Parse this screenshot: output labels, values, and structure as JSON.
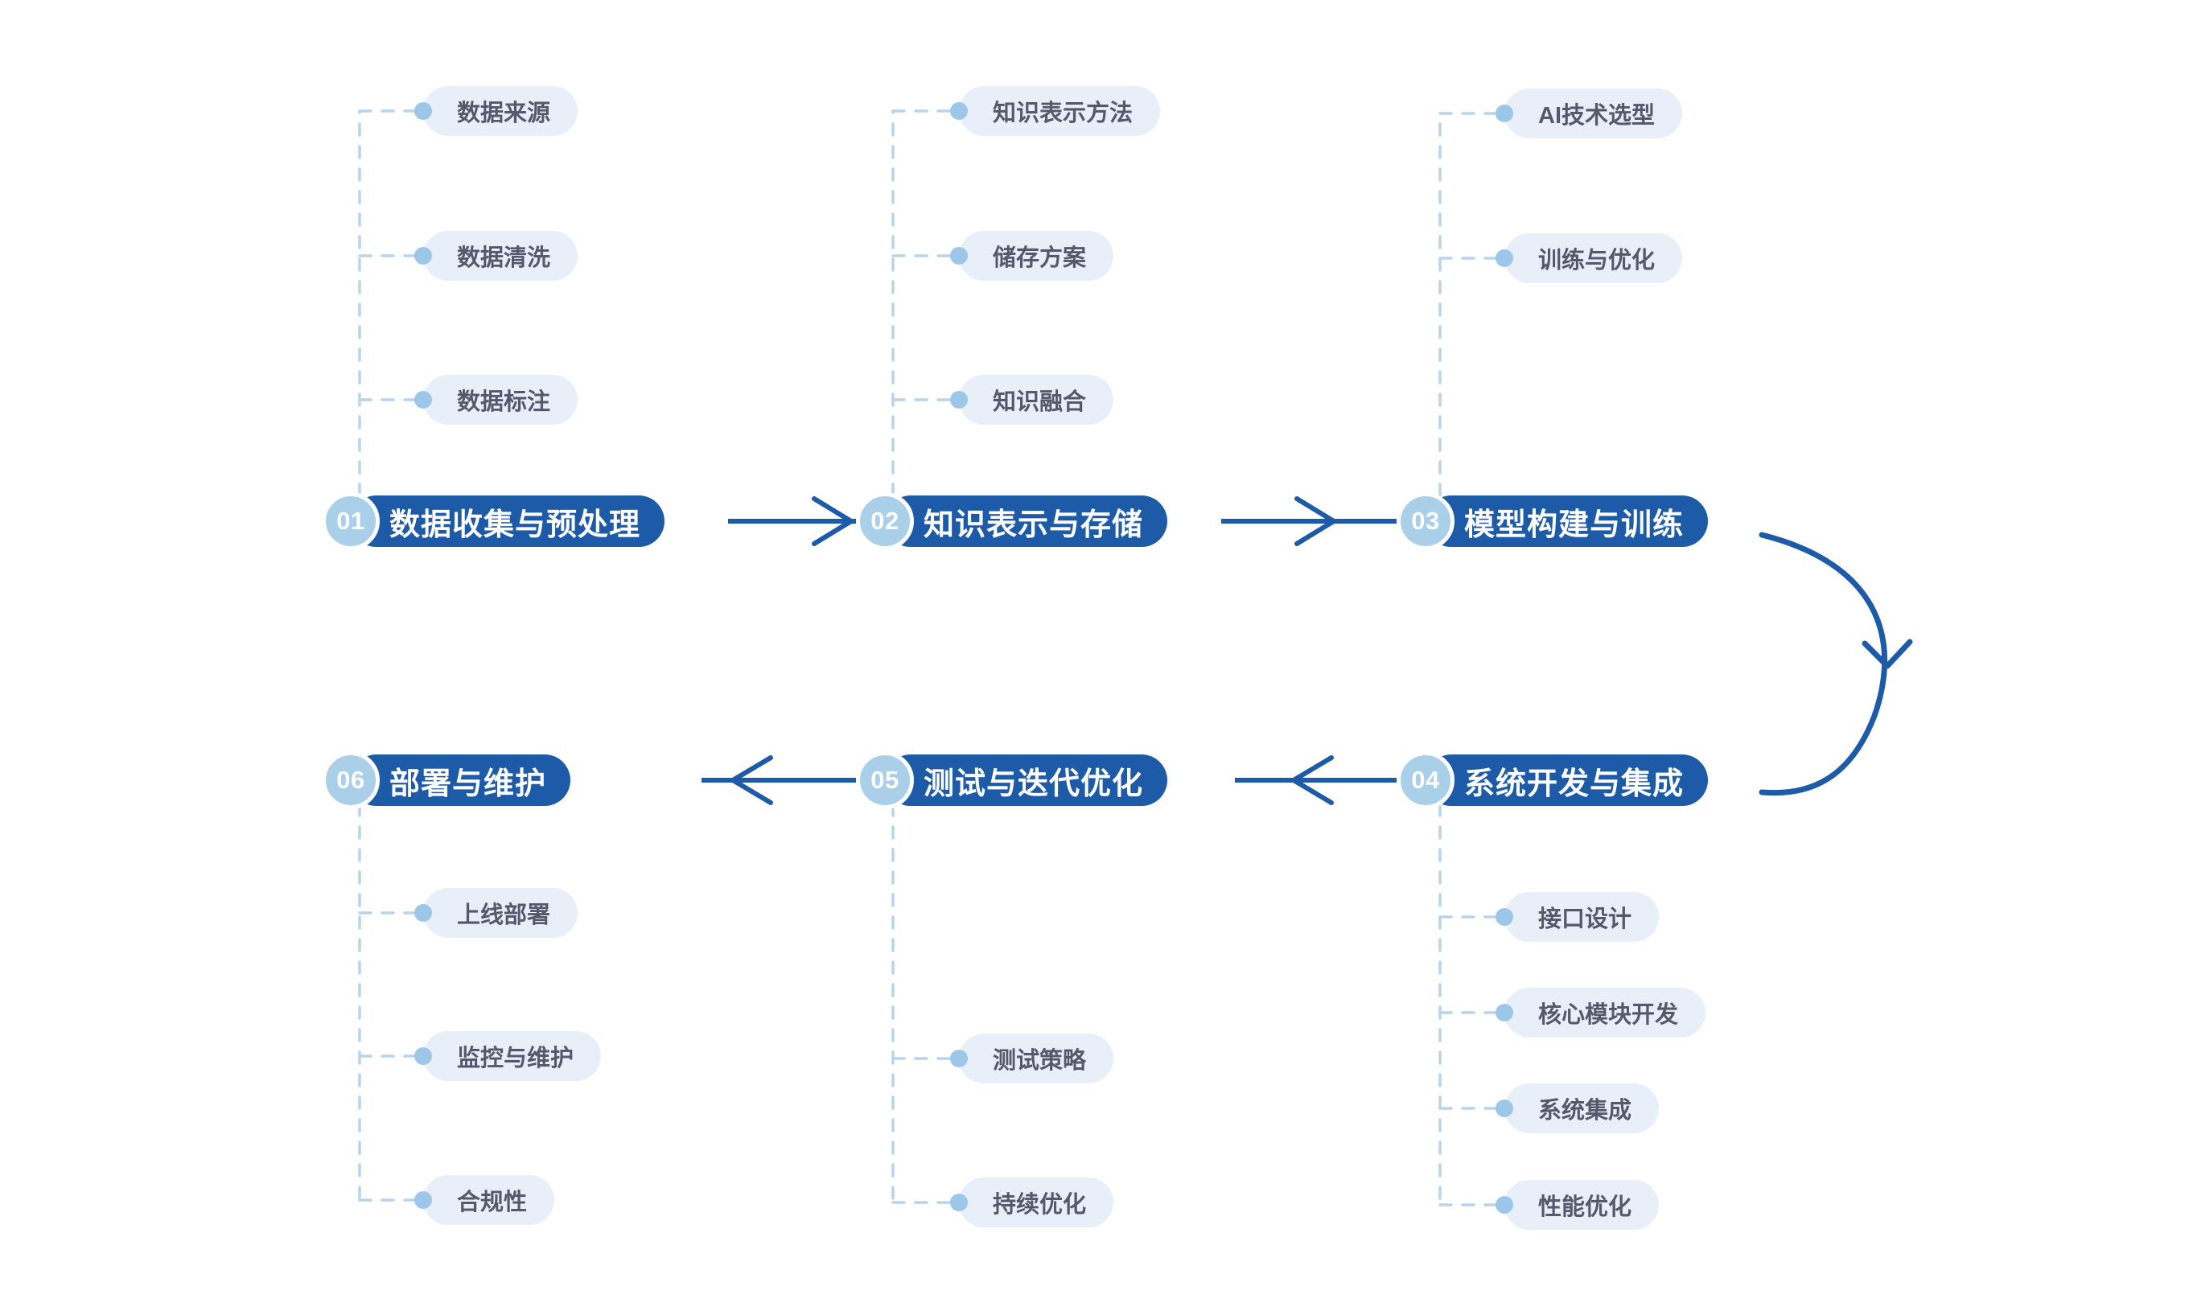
{
  "theme": {
    "node_fill": "#1d5aa7",
    "badge_fill": "#a9cfe9",
    "badge_ring": "#ffffff",
    "pill_fill": "#e9eff8",
    "pill_text": "#525a6b",
    "dot_fill": "#9dc7e8",
    "dash_line": "#b8d4ea",
    "arrow_line": "#1d5aa7",
    "background": "#ffffff"
  },
  "chart_data": {
    "type": "diagram",
    "title": "",
    "layout": "two-row serpentine flow, 3 nodes per row",
    "flow_order": [
      "01",
      "02",
      "03",
      "04",
      "05",
      "06"
    ],
    "connectors": [
      {
        "from": "01",
        "to": "02",
        "style": "straight-arrow",
        "direction": "right"
      },
      {
        "from": "02",
        "to": "03",
        "style": "straight-arrow",
        "direction": "right"
      },
      {
        "from": "03",
        "to": "04",
        "style": "curved-arrow",
        "direction": "down-right-loop"
      },
      {
        "from": "04",
        "to": "05",
        "style": "straight-arrow",
        "direction": "left"
      },
      {
        "from": "05",
        "to": "06",
        "style": "straight-arrow",
        "direction": "left"
      }
    ]
  },
  "nodes": [
    {
      "number": "01",
      "label": "数据收集与预处理",
      "row": "top",
      "children": [
        "数据来源",
        "数据清洗",
        "数据标注"
      ]
    },
    {
      "number": "02",
      "label": "知识表示与存储",
      "row": "top",
      "children": [
        "知识表示方法",
        "储存方案",
        "知识融合"
      ]
    },
    {
      "number": "03",
      "label": "模型构建与训练",
      "row": "top",
      "children": [
        "AI技术选型",
        "训练与优化"
      ]
    },
    {
      "number": "04",
      "label": "系统开发与集成",
      "row": "bottom",
      "children": [
        "接口设计",
        "核心模块开发",
        "系统集成",
        "性能优化"
      ]
    },
    {
      "number": "05",
      "label": "测试与迭代优化",
      "row": "bottom",
      "children": [
        "测试策略",
        "持续优化"
      ]
    },
    {
      "number": "06",
      "label": "部署与维护",
      "row": "bottom",
      "children": [
        "上线部署",
        "监控与维护",
        "合规性"
      ]
    }
  ],
  "sub_items": {
    "col1_top": [
      "数据来源",
      "数据清洗",
      "数据标注"
    ],
    "col2_top": [
      "知识表示方法",
      "储存方案",
      "知识融合"
    ],
    "col3_top": [
      "AI技术选型",
      "训练与优化"
    ],
    "col1_bottom": [
      "上线部署",
      "监控与维护",
      "合规性"
    ],
    "col2_bottom": [
      "测试策略",
      "持续优化"
    ],
    "col3_bottom": [
      "接口设计",
      "核心模块开发",
      "系统集成",
      "性能优化"
    ]
  }
}
